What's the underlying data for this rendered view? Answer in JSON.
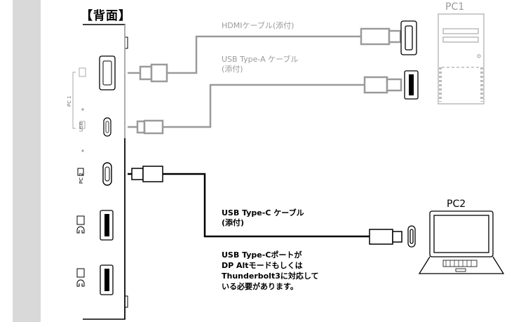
{
  "diagram": {
    "back_title": "【背面】",
    "pc1_label": "PC1",
    "pc2_label": "PC2",
    "hdmi_cable_label": "HDMIケーブル(添付)",
    "usba_cable_label_line1": "USB Type-A ケーブル",
    "usba_cable_label_line2": "(添付)",
    "usbc_cable_label_line1": "USB Type-C ケーブル",
    "usbc_cable_label_line2": "(添付)",
    "note_line1": "USB Type-Cポートが",
    "note_line2": "DP Altモードもしくは",
    "note_line3": "Thunderbolt3に対応して",
    "note_line4": "いる必要があります。",
    "side_pc1": "PC 1",
    "side_usb": "USB",
    "side_pc2": "PC 2"
  },
  "colors": {
    "pc1_cables": "#9a9a9a",
    "pc2_cable": "#000000",
    "sidebar": "#d9d9d9"
  },
  "icons": [
    "hdmi-port-icon",
    "usb-c-port-icon",
    "usb-a-port-icon",
    "monitor-icon",
    "headphone-icon",
    "pc-tower-icon",
    "laptop-icon"
  ]
}
